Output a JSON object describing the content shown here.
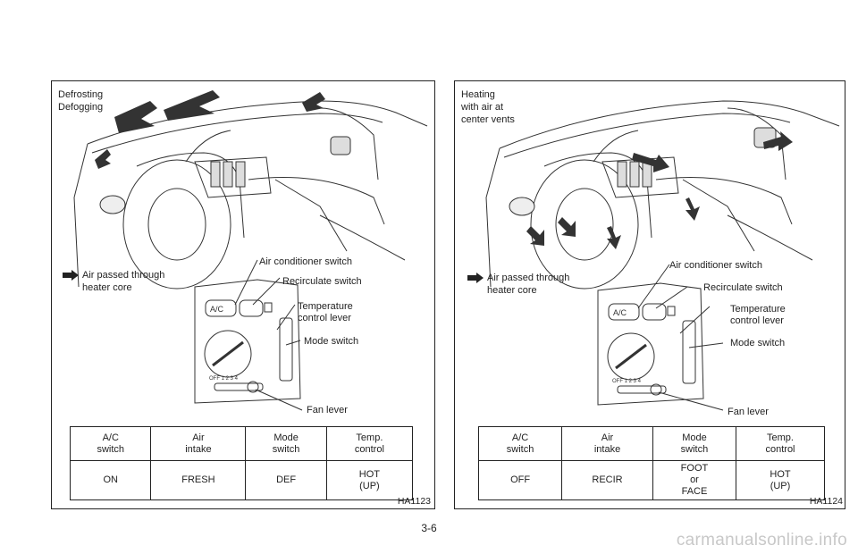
{
  "left": {
    "title": "Defrosting\nDefogging",
    "legend": [
      "Air passed through",
      "heater core"
    ],
    "callouts": {
      "ac": "Air conditioner switch",
      "recirc": "Recirculate switch",
      "temp": "Temperature\ncontrol lever",
      "mode": "Mode switch",
      "fan": "Fan lever"
    },
    "panel_labels": {
      "ac": "A/C",
      "fan_scale": "OFF 1 2 3 4"
    },
    "table": {
      "headers": [
        [
          "A/C",
          "switch"
        ],
        [
          "Air",
          "intake"
        ],
        [
          "Mode",
          "switch"
        ],
        [
          "Temp.",
          "control"
        ]
      ],
      "values": [
        [
          "ON"
        ],
        [
          "FRESH"
        ],
        [
          "DEF"
        ],
        [
          "HOT",
          "(UP)"
        ]
      ]
    },
    "code": "HA1123"
  },
  "right": {
    "title": "Heating\nwith air at\ncenter vents",
    "legend": [
      "Air passed through",
      "heater core"
    ],
    "callouts": {
      "ac": "Air conditioner switch",
      "recirc": "Recirculate switch",
      "temp": "Temperature\ncontrol lever",
      "mode": "Mode switch",
      "fan": "Fan lever"
    },
    "panel_labels": {
      "ac": "A/C",
      "fan_scale": "OFF 1 2 3 4"
    },
    "table": {
      "headers": [
        [
          "A/C",
          "switch"
        ],
        [
          "Air",
          "intake"
        ],
        [
          "Mode",
          "switch"
        ],
        [
          "Temp.",
          "control"
        ]
      ],
      "values": [
        [
          "OFF"
        ],
        [
          "RECIR"
        ],
        [
          "FOOT",
          "or",
          "FACE"
        ],
        [
          "HOT",
          "(UP)"
        ]
      ]
    },
    "code": "HA1124"
  },
  "page_number": "3-6",
  "watermark": "carmanualsonline.info"
}
